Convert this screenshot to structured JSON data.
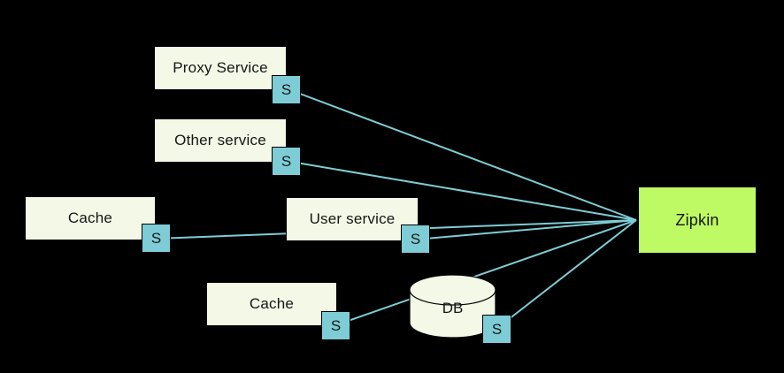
{
  "colors": {
    "background": "#000000",
    "node_fill": "#f3f8e7",
    "node_border": "#000000",
    "span_badge_fill": "#7ecdd6",
    "transport_line": "#7ecdd6",
    "zipkin_fill": "#befa63",
    "text": "#161616"
  },
  "diagram": {
    "nodes": {
      "proxy_service": {
        "label": "Proxy Service",
        "badge": "S"
      },
      "other_service": {
        "label": "Other service",
        "badge": "S"
      },
      "cache_left": {
        "label": "Cache",
        "badge": "S"
      },
      "user_service": {
        "label": "User service",
        "badge": "S"
      },
      "cache_bottom": {
        "label": "Cache",
        "badge": "S"
      },
      "db": {
        "label": "DB",
        "badge": "S"
      },
      "zipkin": {
        "label": "Zipkin"
      }
    },
    "edges": [
      {
        "from": "proxy_service_s",
        "to": "zipkin"
      },
      {
        "from": "other_service_s",
        "to": "zipkin"
      },
      {
        "from": "cache_left_s",
        "to": "zipkin"
      },
      {
        "from": "user_service_s",
        "to": "zipkin"
      },
      {
        "from": "cache_bottom_s",
        "to": "zipkin"
      },
      {
        "from": "db_s",
        "to": "zipkin"
      }
    ]
  }
}
